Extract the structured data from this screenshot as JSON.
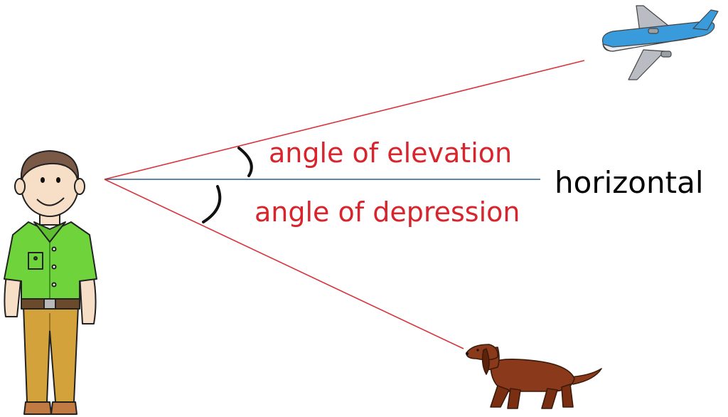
{
  "labels": {
    "elevation": "angle of elevation",
    "depression": "angle of depression",
    "horizontal": "horizontal"
  },
  "colors": {
    "sight_line": "#d9323a",
    "horizontal_line": "#2b5b8f",
    "label_red": "#d8242c",
    "label_black": "#000000",
    "arc": "#111111",
    "shirt": "#6fd43b",
    "pants": "#d4a23a",
    "skin": "#f7dfc7",
    "hair": "#7a5a46",
    "plane_blue": "#3a9bdc",
    "plane_gray": "#b9bcc2",
    "dog": "#8a3a1a"
  },
  "icons": {
    "observer": "man-icon",
    "plane": "airplane-icon",
    "dog": "dog-icon"
  }
}
